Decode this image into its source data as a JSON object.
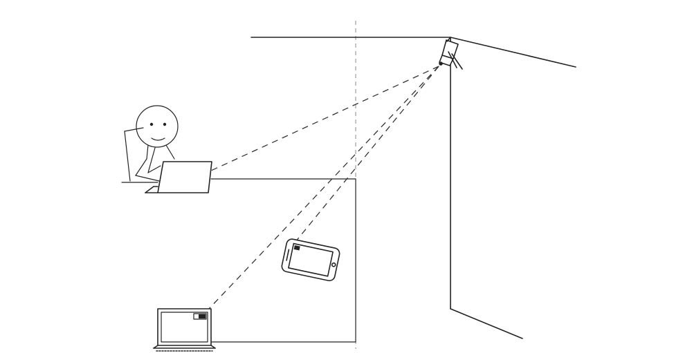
{
  "scene": {
    "background_color": "#ffffff",
    "line_color": "#222222",
    "elements": [
      {
        "name": "room-corner",
        "icon": "room-walls"
      },
      {
        "name": "projector",
        "icon": "ceiling-projector-icon"
      },
      {
        "name": "person",
        "icon": "stick-figure-face-icon"
      },
      {
        "name": "laptop-upper",
        "icon": "laptop-icon"
      },
      {
        "name": "phone",
        "icon": "smartphone-icon"
      },
      {
        "name": "laptop-lower",
        "icon": "laptop-icon"
      },
      {
        "name": "table",
        "icon": "table-outline"
      }
    ],
    "beams": [
      {
        "from": "projector",
        "to": "laptop-upper"
      },
      {
        "from": "projector",
        "to": "phone"
      },
      {
        "from": "projector",
        "to": "laptop-lower"
      }
    ]
  }
}
